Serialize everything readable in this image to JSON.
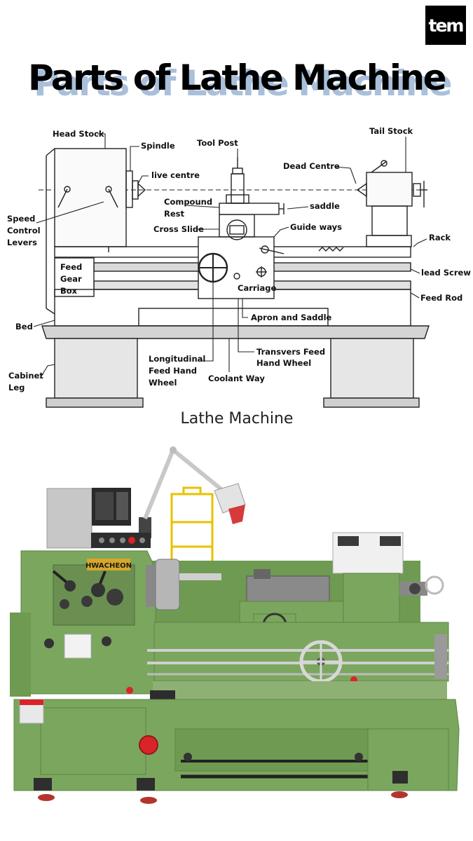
{
  "brand": {
    "logo_text": "tem"
  },
  "title": "Parts of Lathe Machine",
  "diagram": {
    "caption": "Lathe Machine",
    "labels": {
      "head_stock": "Head Stock",
      "spindle": "Spindle",
      "tool_post": "Tool Post",
      "tail_stock": "Tail Stock",
      "live_centre": "live centre",
      "dead_centre": "Dead Centre",
      "speed_1": "Speed",
      "speed_2": "Control",
      "speed_3": "Levers",
      "compound_1": "Compound",
      "compound_2": "Rest",
      "saddle": "saddle",
      "cross_slide": "Cross Slide",
      "guide_ways": "Guide ways",
      "rack": "Rack",
      "feed_gear_1": "Feed",
      "feed_gear_2": "Gear",
      "feed_gear_3": "Box",
      "carriage": "Carriage",
      "lead_screw": "lead Screw",
      "feed_rod": "Feed Rod",
      "bed": "Bed",
      "apron": "Apron and Saddle",
      "cabinet_1": "Cabinet",
      "cabinet_2": "Leg",
      "long_1": "Longitudinal",
      "long_2": "Feed Hand",
      "long_3": "Wheel",
      "coolant": "Coolant Way",
      "transvers_1": "Transvers Feed",
      "transvers_2": "Hand Wheel"
    }
  },
  "photo": {
    "brand_plate": "HWACHEON"
  },
  "colors": {
    "machine_green": "#7ba65e",
    "title_shadow": "#a9bfda",
    "stop_button": "#d9242a"
  }
}
